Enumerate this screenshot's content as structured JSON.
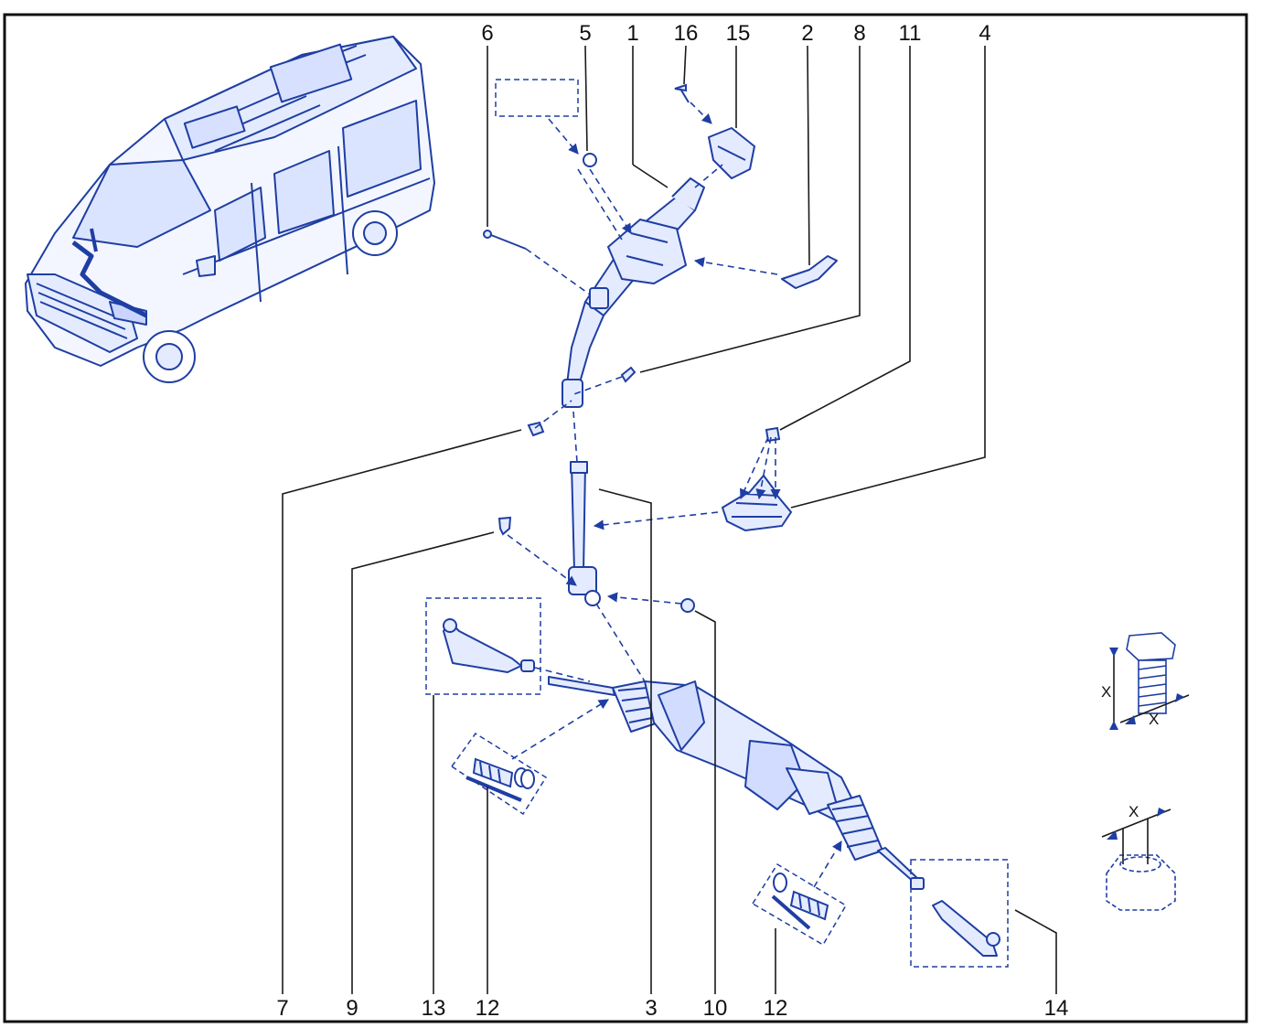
{
  "diagram": {
    "colors": {
      "line": "#1f3ea3",
      "fill": "#e4ebff",
      "leader": "#1a1a1a",
      "frame": "#111111"
    },
    "callouts_top": [
      "6",
      "5",
      "1",
      "16",
      "15",
      "2",
      "8",
      "11",
      "4"
    ],
    "callouts_bottom": [
      "7",
      "9",
      "13",
      "12",
      "3",
      "10",
      "12",
      "14"
    ],
    "dimension_label": "X"
  }
}
